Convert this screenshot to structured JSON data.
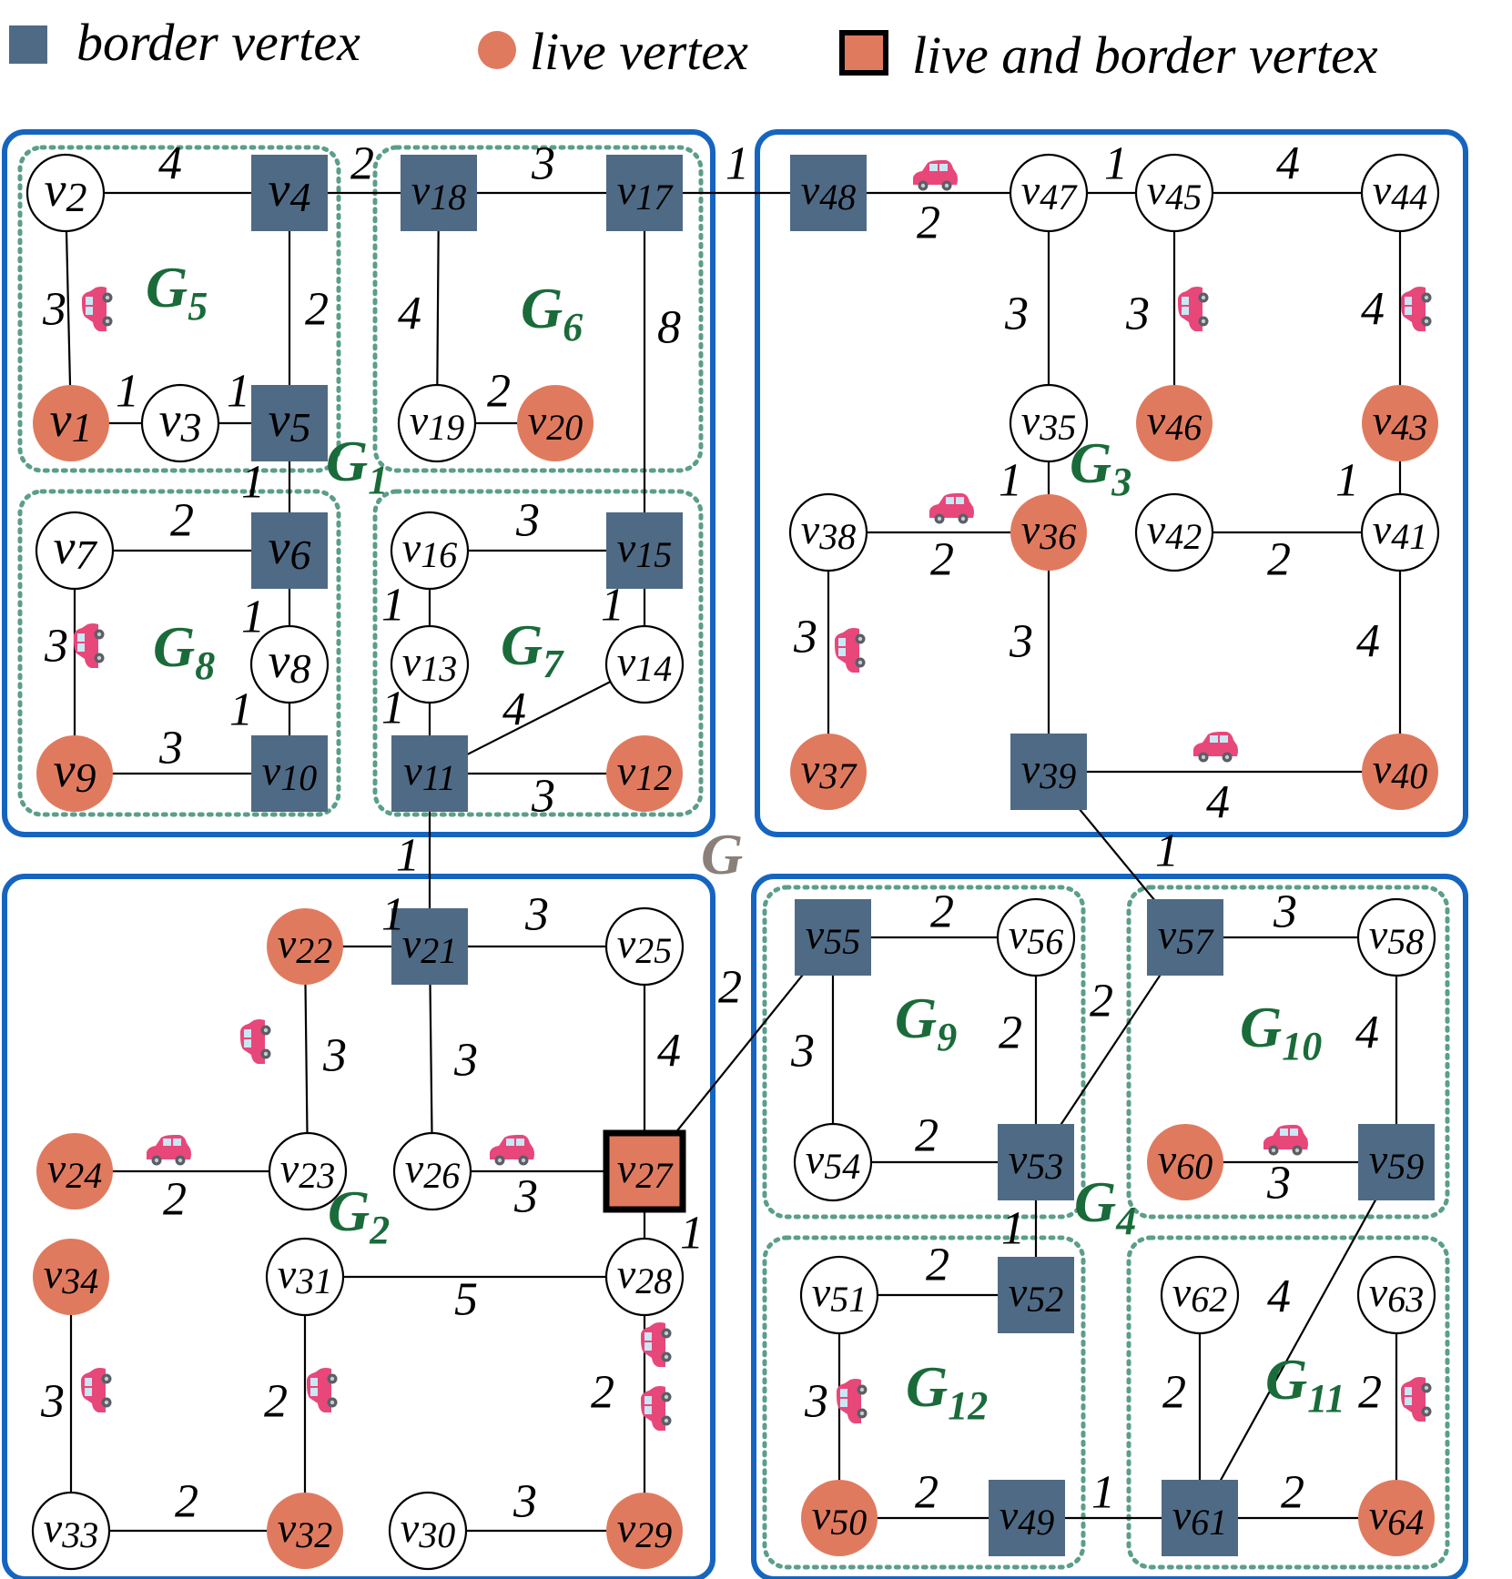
{
  "legend": [
    {
      "kind": "border",
      "label": "border vertex"
    },
    {
      "kind": "live",
      "label": "live vertex"
    },
    {
      "kind": "liveborder",
      "label": "live and border vertex"
    }
  ],
  "colors": {
    "border": "#4f6a85",
    "live": "#e07a5f",
    "outline": "#1565c0",
    "dotted": "#5b9e8a",
    "group_text": "#1a6b3a",
    "car": "#e8477a"
  },
  "graph_label": "G",
  "icons": [
    "car-icon"
  ],
  "vertices": [
    {
      "id": "v1",
      "t": "live"
    },
    {
      "id": "v2",
      "t": "plain"
    },
    {
      "id": "v3",
      "t": "plain"
    },
    {
      "id": "v4",
      "t": "border"
    },
    {
      "id": "v5",
      "t": "border"
    },
    {
      "id": "v6",
      "t": "border"
    },
    {
      "id": "v7",
      "t": "plain"
    },
    {
      "id": "v8",
      "t": "plain"
    },
    {
      "id": "v9",
      "t": "live"
    },
    {
      "id": "v10",
      "t": "border"
    },
    {
      "id": "v11",
      "t": "border"
    },
    {
      "id": "v12",
      "t": "live"
    },
    {
      "id": "v13",
      "t": "plain"
    },
    {
      "id": "v14",
      "t": "plain"
    },
    {
      "id": "v15",
      "t": "border"
    },
    {
      "id": "v16",
      "t": "plain"
    },
    {
      "id": "v17",
      "t": "border"
    },
    {
      "id": "v18",
      "t": "border"
    },
    {
      "id": "v19",
      "t": "plain"
    },
    {
      "id": "v20",
      "t": "live"
    },
    {
      "id": "v21",
      "t": "border"
    },
    {
      "id": "v22",
      "t": "live"
    },
    {
      "id": "v23",
      "t": "plain"
    },
    {
      "id": "v24",
      "t": "live"
    },
    {
      "id": "v25",
      "t": "plain"
    },
    {
      "id": "v26",
      "t": "plain"
    },
    {
      "id": "v27",
      "t": "liveborder"
    },
    {
      "id": "v28",
      "t": "plain"
    },
    {
      "id": "v29",
      "t": "live"
    },
    {
      "id": "v30",
      "t": "plain"
    },
    {
      "id": "v31",
      "t": "plain"
    },
    {
      "id": "v32",
      "t": "live"
    },
    {
      "id": "v33",
      "t": "plain"
    },
    {
      "id": "v34",
      "t": "live"
    },
    {
      "id": "v35",
      "t": "plain"
    },
    {
      "id": "v36",
      "t": "live"
    },
    {
      "id": "v37",
      "t": "live"
    },
    {
      "id": "v38",
      "t": "plain"
    },
    {
      "id": "v39",
      "t": "border"
    },
    {
      "id": "v40",
      "t": "live"
    },
    {
      "id": "v41",
      "t": "plain"
    },
    {
      "id": "v42",
      "t": "plain"
    },
    {
      "id": "v43",
      "t": "live"
    },
    {
      "id": "v44",
      "t": "plain"
    },
    {
      "id": "v45",
      "t": "plain"
    },
    {
      "id": "v46",
      "t": "live"
    },
    {
      "id": "v47",
      "t": "plain"
    },
    {
      "id": "v48",
      "t": "border"
    },
    {
      "id": "v49",
      "t": "border"
    },
    {
      "id": "v50",
      "t": "live"
    },
    {
      "id": "v51",
      "t": "plain"
    },
    {
      "id": "v52",
      "t": "border"
    },
    {
      "id": "v53",
      "t": "border"
    },
    {
      "id": "v54",
      "t": "plain"
    },
    {
      "id": "v55",
      "t": "border"
    },
    {
      "id": "v56",
      "t": "plain"
    },
    {
      "id": "v57",
      "t": "border"
    },
    {
      "id": "v58",
      "t": "plain"
    },
    {
      "id": "v59",
      "t": "border"
    },
    {
      "id": "v60",
      "t": "live"
    },
    {
      "id": "v61",
      "t": "border"
    },
    {
      "id": "v62",
      "t": "plain"
    },
    {
      "id": "v63",
      "t": "plain"
    },
    {
      "id": "v64",
      "t": "live"
    }
  ],
  "edges": [
    {
      "a": "v2",
      "b": "v4",
      "w": "4"
    },
    {
      "a": "v2",
      "b": "v1",
      "w": "3"
    },
    {
      "a": "v1",
      "b": "v3",
      "w": "1"
    },
    {
      "a": "v3",
      "b": "v5",
      "w": "1"
    },
    {
      "a": "v4",
      "b": "v5",
      "w": "2"
    },
    {
      "a": "v4",
      "b": "v18",
      "w": "2"
    },
    {
      "a": "v18",
      "b": "v17",
      "w": "3"
    },
    {
      "a": "v18",
      "b": "v19",
      "w": "4"
    },
    {
      "a": "v19",
      "b": "v20",
      "w": "2"
    },
    {
      "a": "v17",
      "b": "v15",
      "w": "8"
    },
    {
      "a": "v17",
      "b": "v48",
      "w": "1"
    },
    {
      "a": "v5",
      "b": "v6",
      "w": "1"
    },
    {
      "a": "v7",
      "b": "v6",
      "w": "2"
    },
    {
      "a": "v7",
      "b": "v9",
      "w": "3"
    },
    {
      "a": "v6",
      "b": "v8",
      "w": "1"
    },
    {
      "a": "v8",
      "b": "v10",
      "w": "1"
    },
    {
      "a": "v9",
      "b": "v10",
      "w": "3"
    },
    {
      "a": "v16",
      "b": "v15",
      "w": "3"
    },
    {
      "a": "v16",
      "b": "v13",
      "w": "1"
    },
    {
      "a": "v13",
      "b": "v11",
      "w": "1"
    },
    {
      "a": "v15",
      "b": "v14",
      "w": "1"
    },
    {
      "a": "v14",
      "b": "v11",
      "w": "4"
    },
    {
      "a": "v11",
      "b": "v12",
      "w": "3"
    },
    {
      "a": "v11",
      "b": "v21",
      "w": "1"
    },
    {
      "a": "v48",
      "b": "v47",
      "w": "2"
    },
    {
      "a": "v47",
      "b": "v45",
      "w": "1"
    },
    {
      "a": "v45",
      "b": "v44",
      "w": "4"
    },
    {
      "a": "v47",
      "b": "v35",
      "w": "3"
    },
    {
      "a": "v45",
      "b": "v46",
      "w": "3"
    },
    {
      "a": "v44",
      "b": "v43",
      "w": "4"
    },
    {
      "a": "v35",
      "b": "v36",
      "w": "1"
    },
    {
      "a": "v43",
      "b": "v41",
      "w": "1"
    },
    {
      "a": "v38",
      "b": "v36",
      "w": "2"
    },
    {
      "a": "v42",
      "b": "v41",
      "w": "2"
    },
    {
      "a": "v38",
      "b": "v37",
      "w": "3"
    },
    {
      "a": "v36",
      "b": "v39",
      "w": "3"
    },
    {
      "a": "v41",
      "b": "v40",
      "w": "4"
    },
    {
      "a": "v39",
      "b": "v40",
      "w": "4"
    },
    {
      "a": "v39",
      "b": "v57",
      "w": "1"
    },
    {
      "a": "v22",
      "b": "v21",
      "w": "1"
    },
    {
      "a": "v21",
      "b": "v25",
      "w": "3"
    },
    {
      "a": "v22",
      "b": "v23",
      "w": "3"
    },
    {
      "a": "v21",
      "b": "v26",
      "w": "3"
    },
    {
      "a": "v25",
      "b": "v27",
      "w": "4"
    },
    {
      "a": "v24",
      "b": "v23",
      "w": "2"
    },
    {
      "a": "v26",
      "b": "v27",
      "w": "3"
    },
    {
      "a": "v27",
      "b": "v28",
      "w": "1"
    },
    {
      "a": "v27",
      "b": "v55",
      "w": "2"
    },
    {
      "a": "v31",
      "b": "v28",
      "w": "5"
    },
    {
      "a": "v34",
      "b": "v33",
      "w": "3"
    },
    {
      "a": "v31",
      "b": "v32",
      "w": "2"
    },
    {
      "a": "v28",
      "b": "v29",
      "w": "2"
    },
    {
      "a": "v33",
      "b": "v32",
      "w": "2"
    },
    {
      "a": "v30",
      "b": "v29",
      "w": "3"
    },
    {
      "a": "v55",
      "b": "v56",
      "w": "2"
    },
    {
      "a": "v55",
      "b": "v54",
      "w": "3"
    },
    {
      "a": "v56",
      "b": "v53",
      "w": "2"
    },
    {
      "a": "v54",
      "b": "v53",
      "w": "2"
    },
    {
      "a": "v53",
      "b": "v57",
      "w": "2"
    },
    {
      "a": "v53",
      "b": "v52",
      "w": "1"
    },
    {
      "a": "v57",
      "b": "v58",
      "w": "3"
    },
    {
      "a": "v58",
      "b": "v59",
      "w": "4"
    },
    {
      "a": "v60",
      "b": "v59",
      "w": "3"
    },
    {
      "a": "v59",
      "b": "v61",
      "w": "4"
    },
    {
      "a": "v51",
      "b": "v52",
      "w": "2"
    },
    {
      "a": "v51",
      "b": "v50",
      "w": "3"
    },
    {
      "a": "v50",
      "b": "v49",
      "w": "2"
    },
    {
      "a": "v49",
      "b": "v61",
      "w": "1"
    },
    {
      "a": "v62",
      "b": "v61",
      "w": "2"
    },
    {
      "a": "v61",
      "b": "v64",
      "w": "2"
    },
    {
      "a": "v63",
      "b": "v64",
      "w": "2"
    }
  ],
  "regions": [
    {
      "id": "G1",
      "label": "G",
      "sub": "1"
    },
    {
      "id": "G2",
      "label": "G",
      "sub": "2"
    },
    {
      "id": "G3",
      "label": "G",
      "sub": "3"
    },
    {
      "id": "G4",
      "label": "G",
      "sub": "4"
    }
  ],
  "subgraphs": [
    {
      "id": "G5",
      "label": "G",
      "sub": "5"
    },
    {
      "id": "G6",
      "label": "G",
      "sub": "6"
    },
    {
      "id": "G7",
      "label": "G",
      "sub": "7"
    },
    {
      "id": "G8",
      "label": "G",
      "sub": "8"
    },
    {
      "id": "G9",
      "label": "G",
      "sub": "9"
    },
    {
      "id": "G10",
      "label": "G",
      "sub": "10"
    },
    {
      "id": "G11",
      "label": "G",
      "sub": "11"
    },
    {
      "id": "G12",
      "label": "G",
      "sub": "12"
    }
  ]
}
